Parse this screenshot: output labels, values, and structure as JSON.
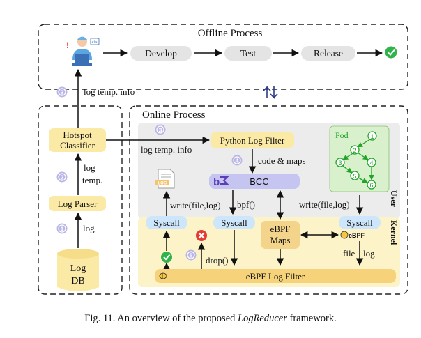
{
  "offline": {
    "title": "Offline Process",
    "steps": [
      "Develop",
      "Test",
      "Release"
    ]
  },
  "online": {
    "title": "Online Process",
    "user_label": "User",
    "kernel_label": "Kernel"
  },
  "left": {
    "hotspot_line1": "Hotspot",
    "hotspot_line2": "Classifier",
    "log_parser": "Log Parser",
    "db_line1": "Log",
    "db_line2": "DB",
    "edge_log": "log",
    "edge_log_temp_1": "log",
    "edge_log_temp_2": "temp.",
    "edge_log_temp_info_up": "log temp. info"
  },
  "center": {
    "python_filter": "Python Log Filter",
    "log_temp_info": "log temp. info",
    "code_maps": "code & maps",
    "bcc": "BCC",
    "bpf_call": "bpf()",
    "write_left": "write(file,log)",
    "write_right": "write(file,log)",
    "syscall_left": "Syscall",
    "syscall_mid": "Syscall",
    "syscall_right": "Syscall",
    "ebpf_maps_1": "eBPF",
    "ebpf_maps_2": "Maps",
    "ebpf_logo": "eBPF",
    "file_label": "file",
    "log_label": "log",
    "drop_label": "drop()",
    "ebpf_filter": "eBPF Log Filter",
    "log_doc_tag": "LOG",
    "pod_label": "Pod"
  },
  "steps": {
    "s1": "1",
    "s2": "2",
    "s3a": "3",
    "s3b": "3",
    "s4": "4",
    "s5": "5"
  },
  "pod_nodes": [
    "1",
    "2",
    "3",
    "4",
    "5",
    "6"
  ],
  "caption": {
    "prefix": "Fig. 11.  An overview of the proposed ",
    "name": "LogReducer",
    "suffix": " framework."
  },
  "colors": {
    "box_yellow": "#fbe9a6",
    "kernel_band": "#fdf3c8",
    "bcc_purple": "#c6c4f0",
    "syscall_blue": "#cde6fb",
    "pod_green": "#d8f0cc",
    "step_circle": "#b9b6e6",
    "check_green": "#2fb34a",
    "cross_red": "#e53935"
  }
}
